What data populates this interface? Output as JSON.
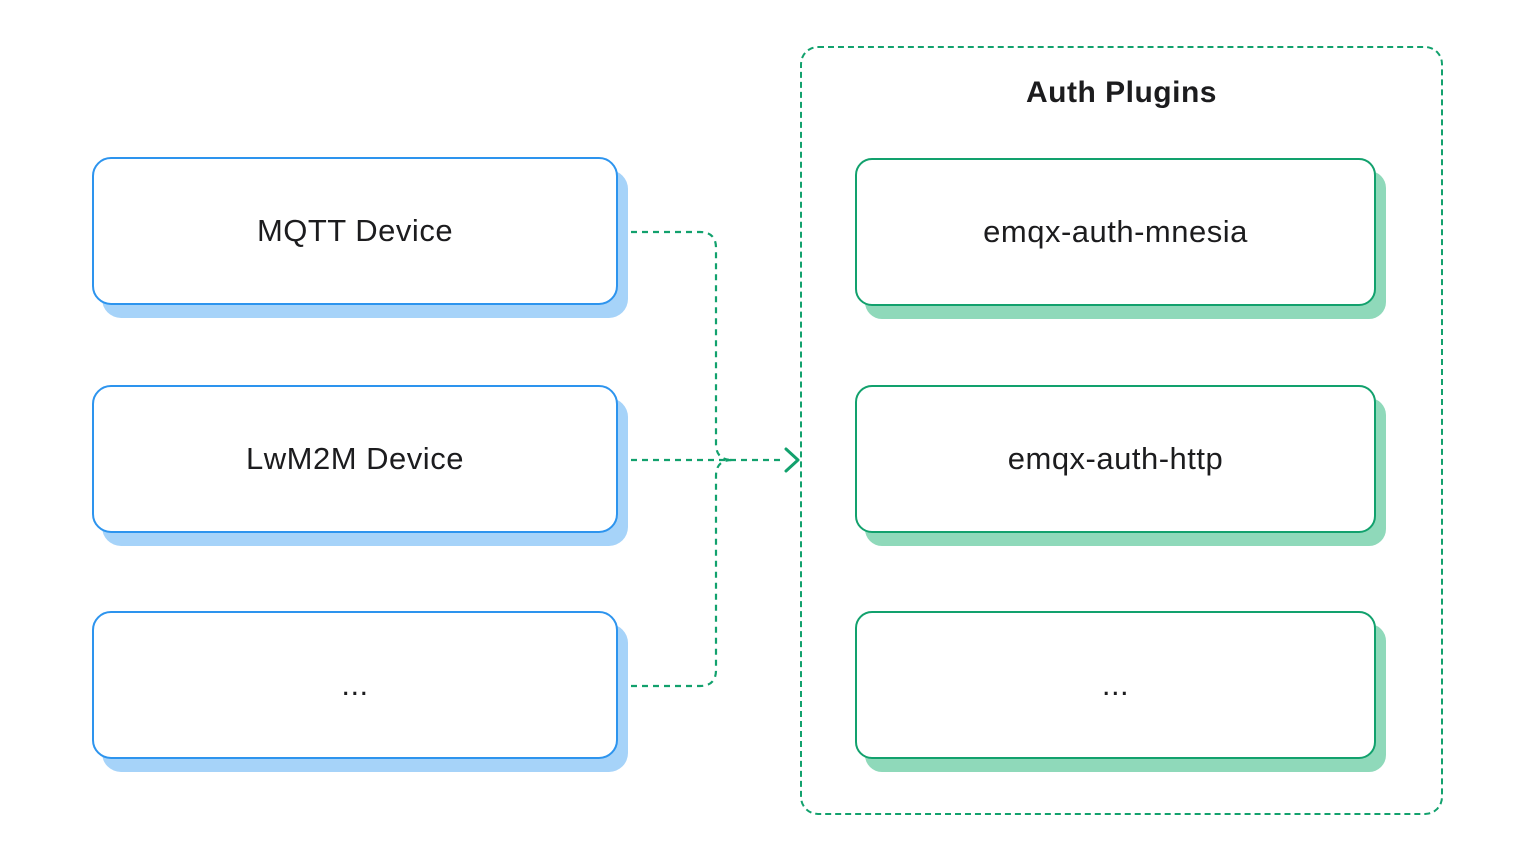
{
  "colors": {
    "blue_border": "#2d94ee",
    "blue_shadow": "#a6d3f9",
    "green": "#12a16d",
    "green_shadow": "#8fd9ba",
    "text": "#1c1c1e",
    "background": "#ffffff"
  },
  "left_column": {
    "boxes": [
      {
        "label": "MQTT Device"
      },
      {
        "label": "LwM2M Device"
      },
      {
        "label": "..."
      }
    ]
  },
  "right_panel": {
    "title": "Auth Plugins",
    "boxes": [
      {
        "label": "emqx-auth-mnesia"
      },
      {
        "label": "emqx-auth-http"
      },
      {
        "label": "..."
      }
    ]
  }
}
